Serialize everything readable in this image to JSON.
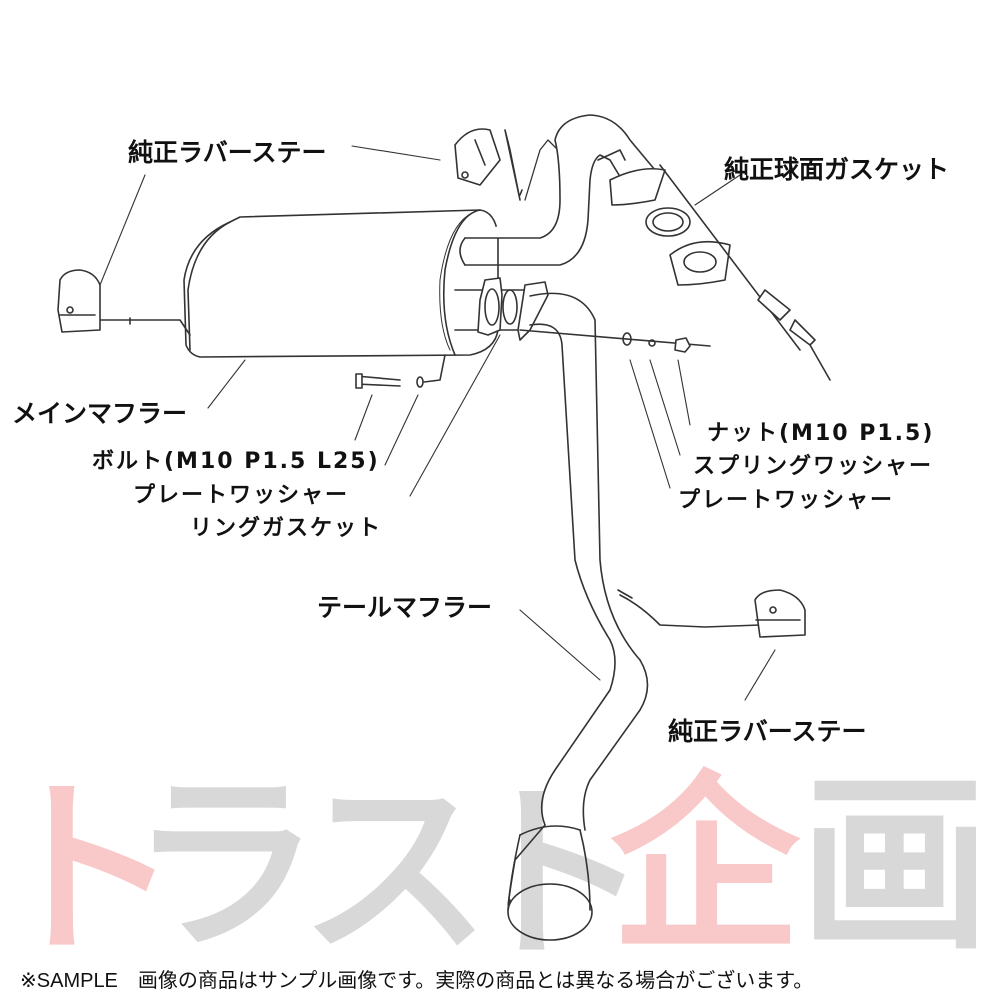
{
  "watermark": {
    "chars": [
      "ト",
      "ラ",
      "ス",
      "ト",
      "企",
      "画"
    ],
    "colors": [
      "#f9c9c9",
      "#d8d8d8",
      "#d8d8d8",
      "#d8d8d8",
      "#f9c9c9",
      "#d8d8d8"
    ]
  },
  "labels": {
    "rubber_stay_top": "純正ラバーステー",
    "spherical_gasket": "純正球面ガスケット",
    "main_muffler": "メインマフラー",
    "bolt": "ボルト(M10 P1.5 L25)",
    "plate_washer_left": "プレートワッシャー",
    "ring_gasket": "リングガスケット",
    "nut": "ナット(M10 P1.5)",
    "spring_washer": "スプリングワッシャー",
    "plate_washer_right": "プレートワッシャー",
    "tail_muffler": "テールマフラー",
    "rubber_stay_bottom": "純正ラバーステー"
  },
  "footer": {
    "text": "※SAMPLE　画像の商品はサンプル画像です。実際の商品とは異なる場合がございます。"
  }
}
